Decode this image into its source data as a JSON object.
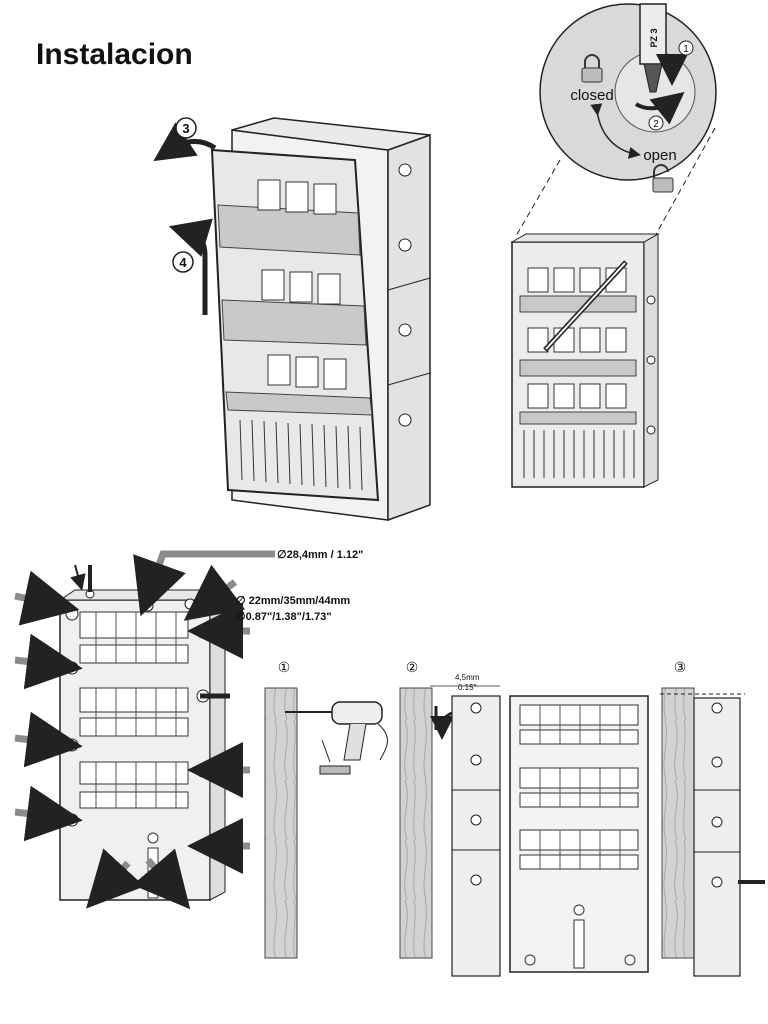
{
  "page": {
    "title": "Instalacion"
  },
  "step_markers": [
    "3",
    "4",
    "1",
    "2"
  ],
  "lock_detail": {
    "closed_label": "closed",
    "open_label": "open",
    "screwdriver_label": "PZ 3"
  },
  "dimensions": {
    "top_hole": "∅28,4mm / 1.12\"",
    "side_holes_mm": "∅ 22mm/35mm/44mm",
    "side_holes_in": "∅0.87\"/1.38\"/1.73\"",
    "offset_mm": "4,5mm",
    "offset_in": "0.15\""
  },
  "install_steps": [
    "①",
    "②",
    "③"
  ],
  "colors": {
    "line": "#222222",
    "panel": "#d9d9d9",
    "arrow": "#8c8c8c",
    "wood": "#cfcfcf"
  },
  "icons": [
    "lock-closed-icon",
    "lock-open-icon",
    "screwdriver-icon",
    "drill-icon",
    "wall-plug-icon",
    "screw-icon"
  ]
}
